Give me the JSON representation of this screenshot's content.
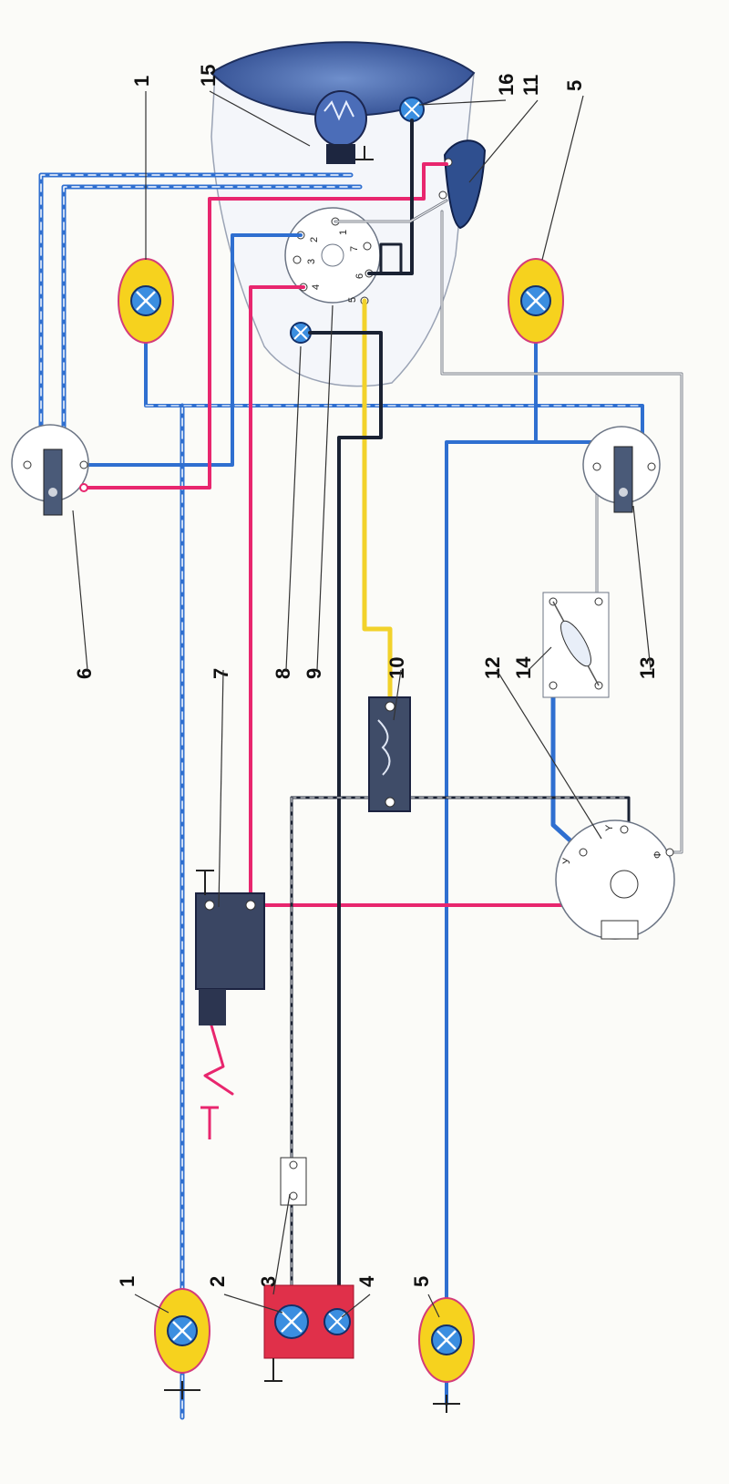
{
  "labels": {
    "l1_top": "1",
    "l15": "15",
    "l16": "16",
    "l11": "11",
    "l5_top": "5",
    "l6": "6",
    "l7": "7",
    "l8": "8",
    "l9": "9",
    "l10": "10",
    "l12": "12",
    "l14": "14",
    "l13": "13",
    "l1_bottom": "1",
    "l2": "2",
    "l3": "3",
    "l4": "4",
    "l5_bottom": "5"
  },
  "connector_pins": {
    "p1": "1",
    "p2": "2",
    "p3": "3",
    "p4": "4",
    "p5": "5",
    "p6": "6",
    "p7": "7"
  },
  "distributor_marks": {
    "m1": "У",
    "m2": "Y",
    "m3": "Ф"
  },
  "colors": {
    "blue": "#2f6fd0",
    "pink": "#e8266e",
    "yellow": "#f2d22b",
    "black": "#1a2233",
    "lamp_yellow": "#f6d21e",
    "lamp_blue": "#3b8ee0",
    "headlight": "#3c5a9e",
    "red_panel": "#e0304a"
  }
}
